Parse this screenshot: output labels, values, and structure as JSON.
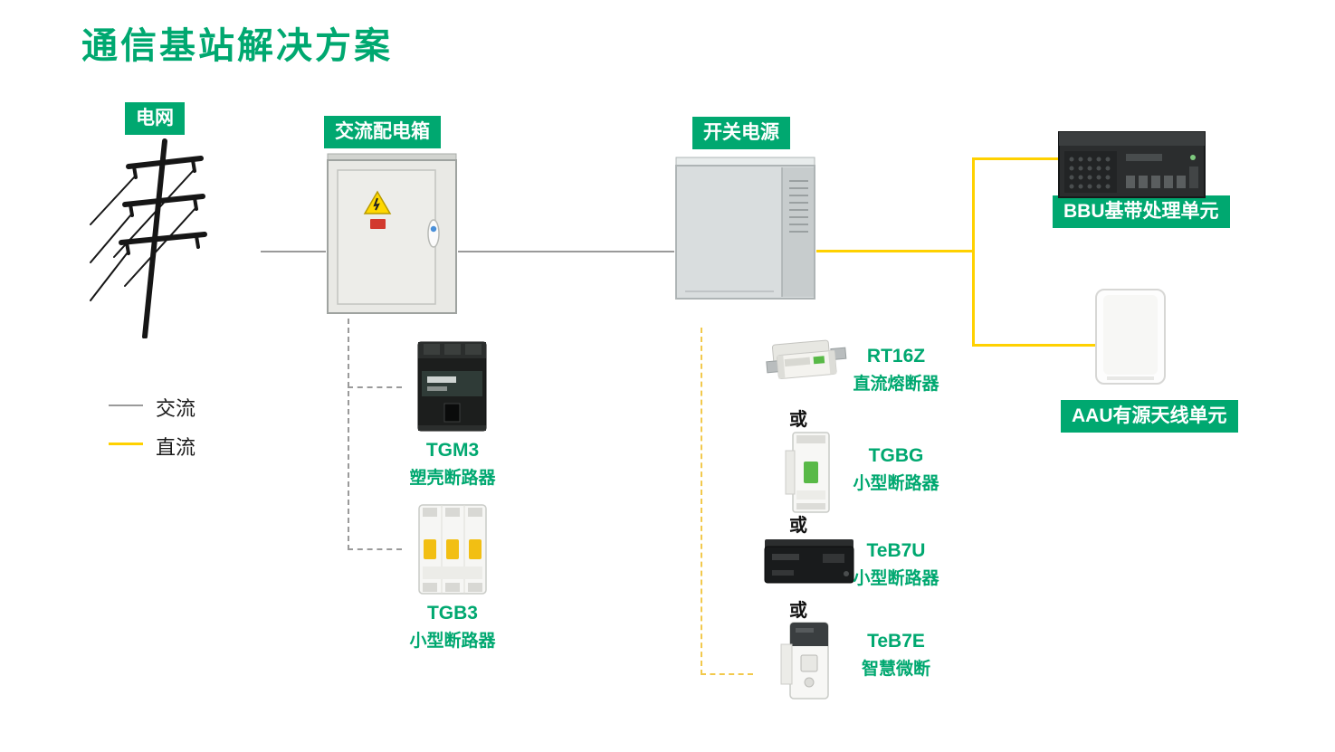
{
  "title": "通信基站解决方案",
  "colors": {
    "brand_green": "#00A870",
    "dc_yellow": "#FFD100",
    "ac_gray": "#9A9A9A"
  },
  "nodes": {
    "grid": {
      "label": "电网"
    },
    "ac_box": {
      "label": "交流配电箱"
    },
    "power_supply": {
      "label": "开关电源"
    },
    "bbu": {
      "label": "BBU基带处理单元"
    },
    "aau": {
      "label": "AAU有源天线单元"
    }
  },
  "legend": {
    "ac_label": "交流",
    "dc_label": "直流"
  },
  "or_label": "或",
  "products": {
    "tgm3": {
      "name": "TGM3",
      "desc": "塑壳断路器"
    },
    "tgb3": {
      "name": "TGB3",
      "desc": "小型断路器"
    },
    "rt16z": {
      "name": "RT16Z",
      "desc": "直流熔断器"
    },
    "tgbg": {
      "name": "TGBG",
      "desc": "小型断路器"
    },
    "teb7u": {
      "name": "TeB7U",
      "desc": "小型断路器"
    },
    "teb7e": {
      "name": "TeB7E",
      "desc": "智慧微断"
    }
  }
}
